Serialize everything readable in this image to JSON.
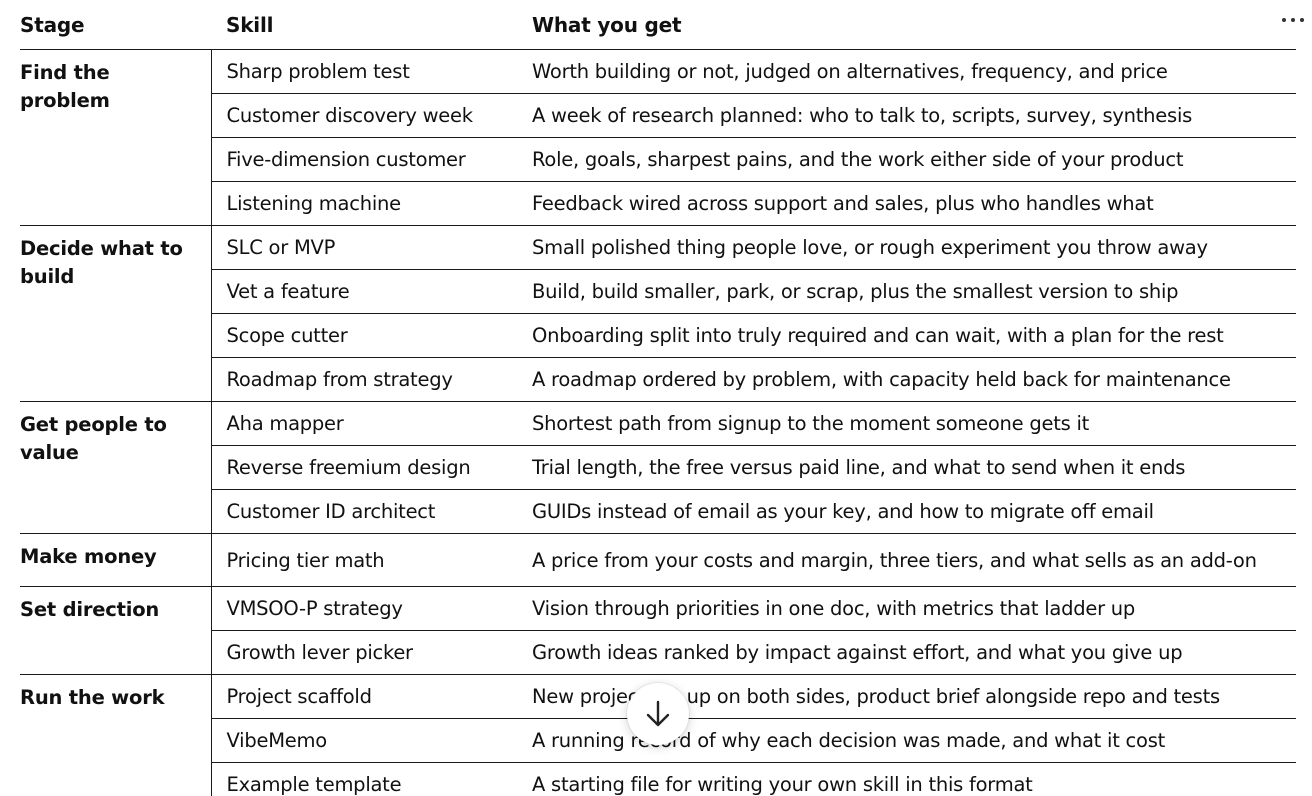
{
  "table": {
    "headers": {
      "stage": "Stage",
      "skill": "Skill",
      "what": "What you get"
    },
    "groups": [
      {
        "stage": "Find the problem",
        "rows": [
          {
            "skill": "Sharp problem test",
            "what": "Worth building or not, judged on alternatives, frequency, and price"
          },
          {
            "skill": "Customer discovery week",
            "what": "A week of research planned: who to talk to, scripts, survey, synthesis"
          },
          {
            "skill": "Five-dimension customer",
            "what": "Role, goals, sharpest pains, and the work either side of your product"
          },
          {
            "skill": "Listening machine",
            "what": "Feedback wired across support and sales, plus who handles what"
          }
        ]
      },
      {
        "stage": "Decide what to build",
        "rows": [
          {
            "skill": "SLC or MVP",
            "what": "Small polished thing people love, or rough experiment you throw away"
          },
          {
            "skill": "Vet a feature",
            "what": "Build, build smaller, park, or scrap, plus the smallest version to ship"
          },
          {
            "skill": "Scope cutter",
            "what": "Onboarding split into truly required and can wait, with a plan for the rest"
          },
          {
            "skill": "Roadmap from strategy",
            "what": "A roadmap ordered by problem, with capacity held back for maintenance"
          }
        ]
      },
      {
        "stage": "Get people to value",
        "rows": [
          {
            "skill": "Aha mapper",
            "what": "Shortest path from signup to the moment someone gets it"
          },
          {
            "skill": "Reverse freemium design",
            "what": "Trial length, the free versus paid line, and what to send when it ends"
          },
          {
            "skill": "Customer ID architect",
            "what": "GUIDs instead of email as your key, and how to migrate off email"
          }
        ]
      },
      {
        "stage": "Make money",
        "rows": [
          {
            "skill": "Pricing tier math",
            "what": "A price from your costs and margin, three tiers, and what sells as an add-on"
          }
        ]
      },
      {
        "stage": "Set direction",
        "rows": [
          {
            "skill": "VMSOO-P strategy",
            "what": "Vision through priorities in one doc, with metrics that ladder up"
          },
          {
            "skill": "Growth lever picker",
            "what": "Growth ideas ranked by impact against effort, and what you give up"
          }
        ]
      },
      {
        "stage": "Run the work",
        "rows": [
          {
            "skill": "Project scaffold",
            "what": "New project set up on both sides, product brief alongside repo and tests"
          },
          {
            "skill": "VibeMemo",
            "what": "A running record of why each decision was made, and what it cost"
          },
          {
            "skill": "Example template",
            "what": "A starting file for writing your own skill in this format"
          }
        ]
      }
    ]
  },
  "controls": {
    "more_icon": "more-horizontal-icon",
    "scroll_icon": "arrow-down-icon"
  }
}
